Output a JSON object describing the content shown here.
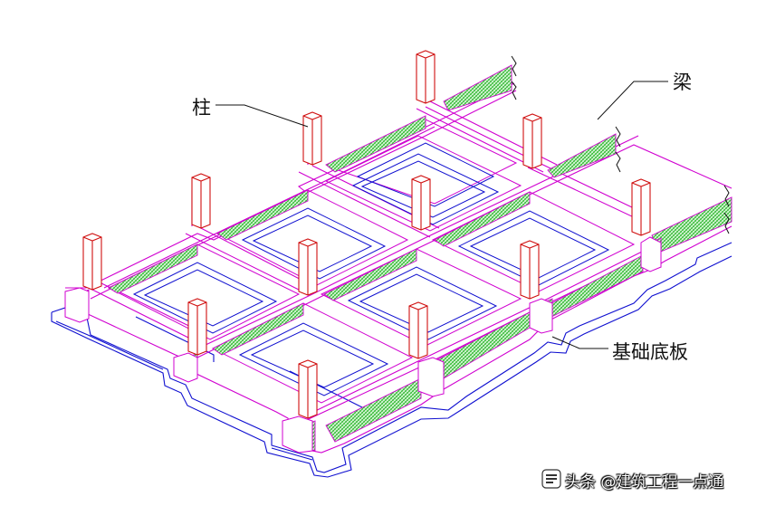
{
  "labels": {
    "column": "柱",
    "beam": "梁",
    "base_slab": "基础底板"
  },
  "watermark": {
    "text": "头条 @建筑工程一点通",
    "icon": "toutiao-logo-icon"
  },
  "colors": {
    "beam_outline": "#d000d0",
    "slab_outline": "#1010d0",
    "column_outline": "#d01010",
    "beam_hatch": "#1fb01f",
    "beam_hatch_bg": "#d4f5d4",
    "leader": "#111111"
  }
}
